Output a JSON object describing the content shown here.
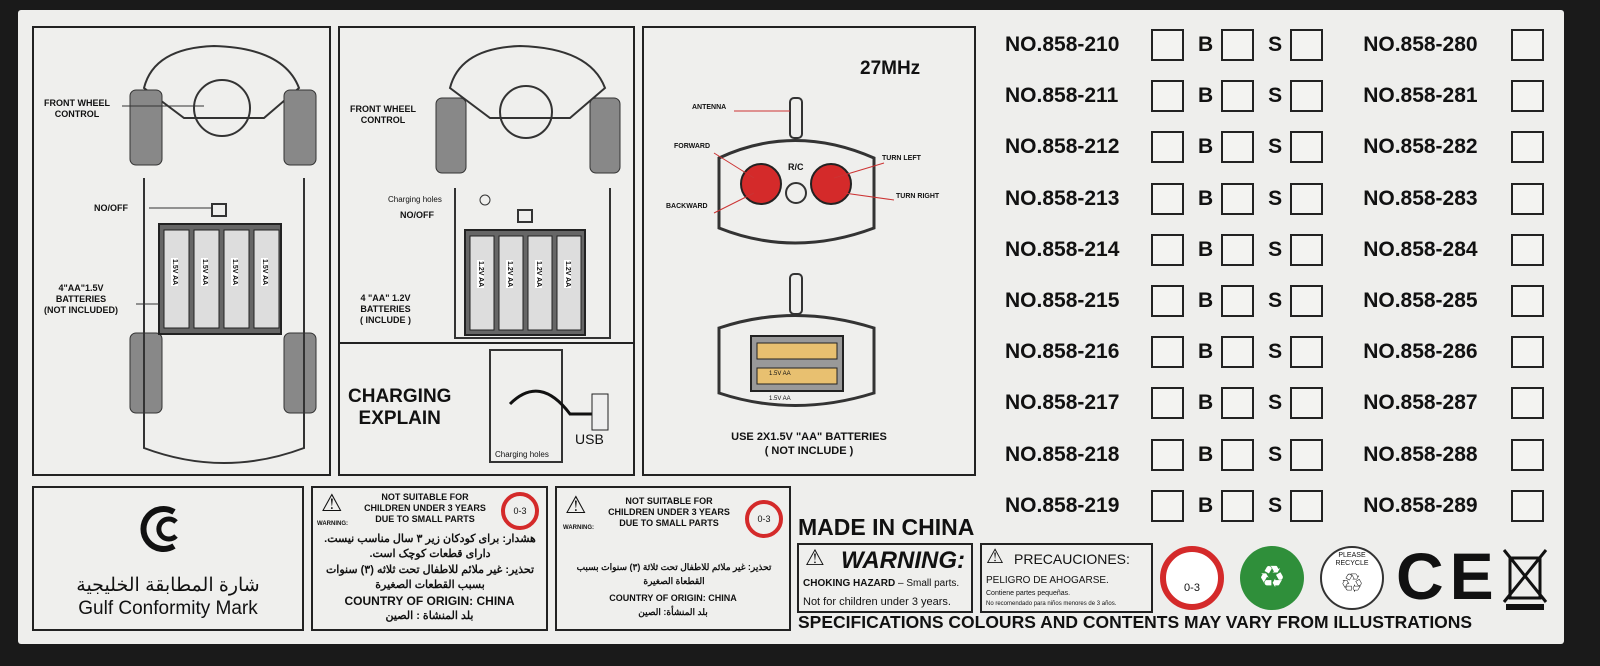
{
  "panel1": {
    "front_wheel": "FRONT WHEEL\nCONTROL",
    "switch": "NO/OFF",
    "batteries": "4\"AA\"1.5V\nBATTERIES\n(NOT INCLUDED)",
    "cell_label": "1.5V AA"
  },
  "panel2": {
    "front_wheel": "FRONT WHEEL\nCONTROL",
    "charging_holes": "Charging holes",
    "switch": "NO/OFF",
    "batteries": "4 \"AA\" 1.2V\nBATTERIES\n( INCLUDE )",
    "cell_label": "1.2V AA"
  },
  "charging": {
    "title": "CHARGING\nEXPLAIN",
    "usb": "USB",
    "usb_port": "USB",
    "holes": "Charging holes"
  },
  "remote": {
    "freq": "27MHz",
    "antenna": "ANTENNA",
    "forward": "FORWARD",
    "backward": "BACKWARD",
    "turn_left": "TURN LEFT",
    "turn_right": "TURN RIGHT",
    "rc": "R/C",
    "cell_label": "1.5V AA",
    "batteries": "USE 2X1.5V \"AA\" BATTERIES\n( NOT INCLUDE )"
  },
  "models": {
    "b_label": "B",
    "s_label": "S",
    "left": [
      "NO.858-210",
      "NO.858-211",
      "NO.858-212",
      "NO.858-213",
      "NO.858-214",
      "NO.858-215",
      "NO.858-216",
      "NO.858-217",
      "NO.858-218",
      "NO.858-219"
    ],
    "right": [
      "NO.858-280",
      "NO.858-281",
      "NO.858-282",
      "NO.858-283",
      "NO.858-284",
      "NO.858-285",
      "NO.858-286",
      "NO.858-287",
      "NO.858-288",
      "NO.858-289"
    ]
  },
  "gulf": {
    "arabic": "شارة المطابقة الخليجية",
    "english": "Gulf Conformity Mark"
  },
  "warn1": {
    "title": "NOT SUITABLE FOR\nCHILDREN UNDER 3 YEARS\nDUE TO SMALL PARTS",
    "warning": "WARNING:",
    "age": "0-3",
    "farsi": "هشدار: برای کودکان زیر ۳ سال مناسب نیست. دارای قطعات کوچک است.",
    "arabic": "تحذير: غير ملائم للاطفال تحت ثلاثه (٣) سنوات بسبب القطعات الصغيرة",
    "origin": "COUNTRY OF ORIGIN: CHINA",
    "origin_ar": "بلد المنشاة : الصين"
  },
  "warn2": {
    "title": "NOT SUITABLE FOR\nCHILDREN UNDER 3 YEARS\nDUE TO SMALL PARTS",
    "warning": "WARNING:",
    "age": "0-3",
    "arabic": "تحذير: غير ملائم للاطفال تحت ثلاثة (٣) سنوات بسبب القطعاة الصغيرة",
    "origin": "COUNTRY OF ORIGIN: CHINA",
    "origin_ar": "بلد المنشأة: الصين"
  },
  "made_in": "MADE IN CHINA",
  "warn_en": {
    "title": "WARNING:",
    "hazard": "CHOKING HAZARD",
    "small": " – Small parts.",
    "not_for": "Not for children under 3 years."
  },
  "warn_es": {
    "title": "PRECAUCIONES:",
    "l1": "PELIGRO DE AHOGARSE.",
    "l2": "Contiene partes pequeñas.",
    "l3": "No recomendado para niños menores de 3 años."
  },
  "icons": {
    "age": "0-3",
    "recycle": "PLEASE RECYCLE",
    "ce": "CE"
  },
  "footer": "SPECIFICATIONS COLOURS AND CONTENTS MAY VARY FROM ILLUSTRATIONS",
  "colors": {
    "red": "#d42a2a",
    "green": "#2f8f3a"
  }
}
